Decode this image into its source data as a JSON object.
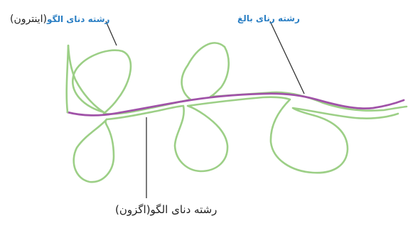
{
  "labels": {
    "dna_template_intron_text": "رشته دنای الگو",
    "dna_template_intron_paren": "(اینترون)",
    "mature_rna": "رشته رنای بالغ",
    "dna_template_exon": "رشته دنای الگو(اگزون)"
  },
  "colors": {
    "dna_strand": "#9ccf86",
    "mrna_strand": "#a052a8",
    "leader_line": "#333333",
    "intron_label": "#2b7fc4"
  }
}
